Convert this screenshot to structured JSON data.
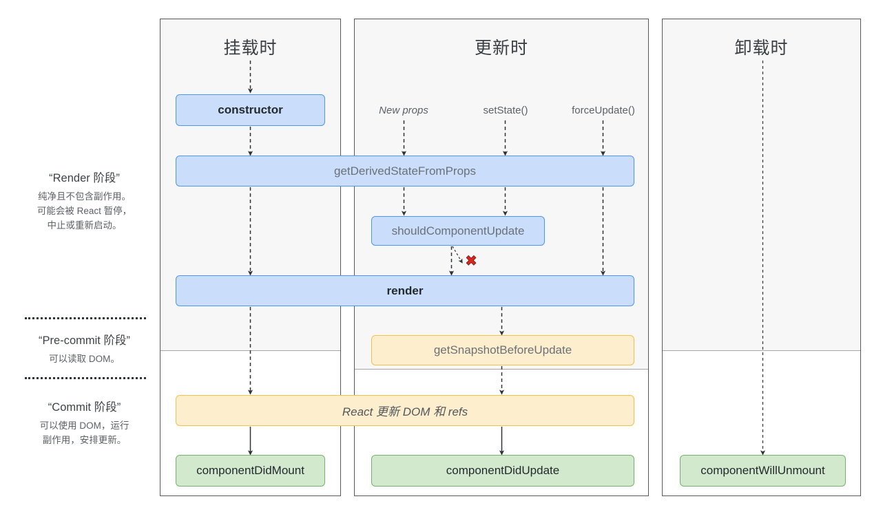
{
  "diagram": {
    "title_hidden": "React 组件生命周期图",
    "columns": [
      {
        "id": "mounting",
        "label": "挂载时"
      },
      {
        "id": "updating",
        "label": "更新时"
      },
      {
        "id": "unmounting",
        "label": "卸载时"
      }
    ],
    "phases": [
      {
        "id": "render",
        "title": "“Render 阶段”",
        "lines": [
          "纯净且不包含副作用。",
          "可能会被 React 暂停，",
          "中止或重新启动。"
        ]
      },
      {
        "id": "pre-commit",
        "title": "“Pre-commit 阶段”",
        "lines": [
          "可以读取 DOM。"
        ]
      },
      {
        "id": "commit",
        "title": "“Commit 阶段”",
        "lines": [
          "可以使用 DOM，运行",
          "副作用，安排更新。"
        ]
      }
    ],
    "triggers": [
      {
        "id": "new-props",
        "label": "New props",
        "italic": true
      },
      {
        "id": "set-state",
        "label": "setState()",
        "italic": false
      },
      {
        "id": "force-update",
        "label": "forceUpdate()",
        "italic": false
      }
    ],
    "nodes": [
      {
        "id": "constructor",
        "label": "constructor",
        "color": "blue",
        "style": "bold"
      },
      {
        "id": "get-derived-state-from-props",
        "label": "getDerivedStateFromProps",
        "color": "blue",
        "style": "muted"
      },
      {
        "id": "should-component-update",
        "label": "shouldComponentUpdate",
        "color": "blue",
        "style": "muted"
      },
      {
        "id": "render",
        "label": "render",
        "color": "blue",
        "style": "bold"
      },
      {
        "id": "get-snapshot-before-update",
        "label": "getSnapshotBeforeUpdate",
        "color": "yellow",
        "style": "muted"
      },
      {
        "id": "react-updates-dom",
        "label": "React 更新 DOM 和 refs",
        "color": "yellow",
        "style": "italic"
      },
      {
        "id": "component-did-mount",
        "label": "componentDidMount",
        "color": "green",
        "style": "dark"
      },
      {
        "id": "component-did-update",
        "label": "componentDidUpdate",
        "color": "green",
        "style": "dark"
      },
      {
        "id": "component-will-unmount",
        "label": "componentWillUnmount",
        "color": "green",
        "style": "dark"
      }
    ],
    "annotations": [
      {
        "id": "skip-update-x",
        "symbol": "✖",
        "meaning": "shouldComponentUpdate returns false — skip render"
      }
    ],
    "colors": {
      "blue_fill": "#cadefb",
      "blue_border": "#4b96f3",
      "yellow_fill": "#fdeecd",
      "yellow_border": "#f2c14a",
      "green_fill": "#d2e9cd",
      "green_border": "#76b36a",
      "panel_fill": "#f7f7f7",
      "panel_border": "#555759",
      "arrow": "#2f3336",
      "x_mark": "#d9261c"
    }
  }
}
